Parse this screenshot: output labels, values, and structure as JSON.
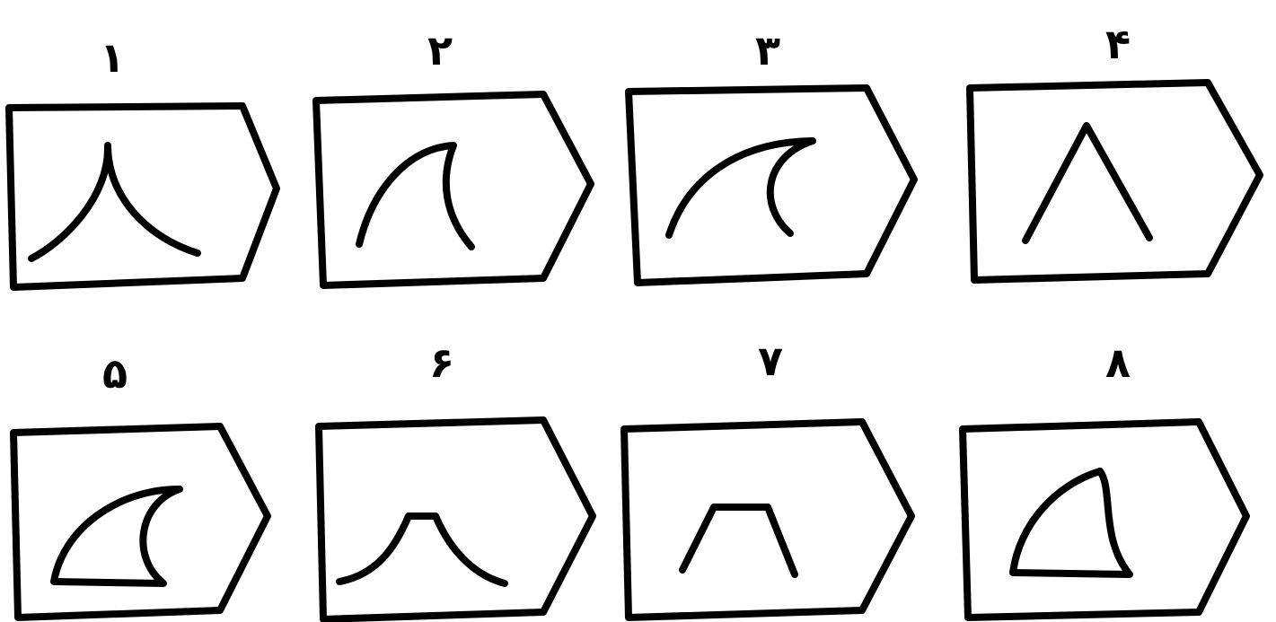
{
  "panels": [
    {
      "label": "۱",
      "shape": "arch-cusp"
    },
    {
      "label": "۲",
      "shape": "hook-small"
    },
    {
      "label": "۳",
      "shape": "hook-large"
    },
    {
      "label": "۴",
      "shape": "inverted-v"
    },
    {
      "label": "۵",
      "shape": "closed-crescent"
    },
    {
      "label": "۶",
      "shape": "arch-flat-top"
    },
    {
      "label": "۷",
      "shape": "trapezoid-open"
    },
    {
      "label": "۸",
      "shape": "closed-fin"
    }
  ],
  "colors": {
    "stroke": "#000000",
    "background": "#ffffff"
  }
}
